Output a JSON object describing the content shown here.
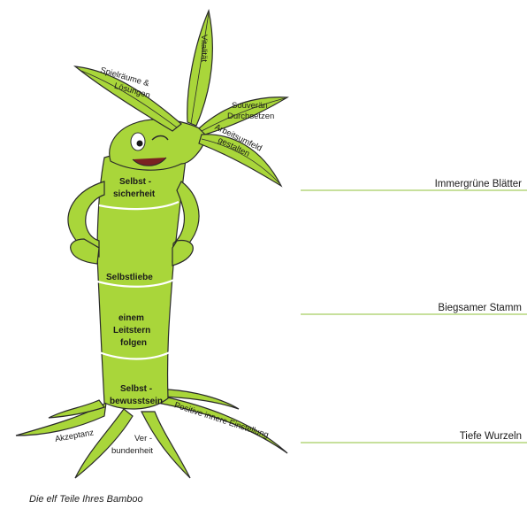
{
  "leaves": {
    "spielraeume": [
      "Spielräume &",
      "Lösungen"
    ],
    "vitalitaet": "Vitalität",
    "souveraen": [
      "Souverän",
      "Durchsetzen"
    ],
    "arbeitsumfeld": [
      "Arbeitsumfeld",
      "gestalten"
    ]
  },
  "stem": {
    "seg1": [
      "Selbst -",
      "sicherheit"
    ],
    "seg2": "Selbstliebe",
    "seg3": [
      "einem",
      "Leitstern",
      "folgen"
    ],
    "seg4": [
      "Selbst -",
      "bewusstsein"
    ]
  },
  "roots": {
    "akzeptanz": "Akzeptanz",
    "verbundenheit": [
      "Ver -",
      "bundenheit"
    ],
    "positive": "Positive innere Einstellung"
  },
  "side_labels": {
    "leaves": "Immergrüne Blätter",
    "stem": "Biegsamer Stamm",
    "roots": "Tiefe Wurzeln"
  },
  "caption": "Die elf Teile Ihres Bamboo",
  "colors": {
    "plant": "#a9d63a",
    "outline": "#2a2a2a",
    "rule": "#8fc13a"
  }
}
